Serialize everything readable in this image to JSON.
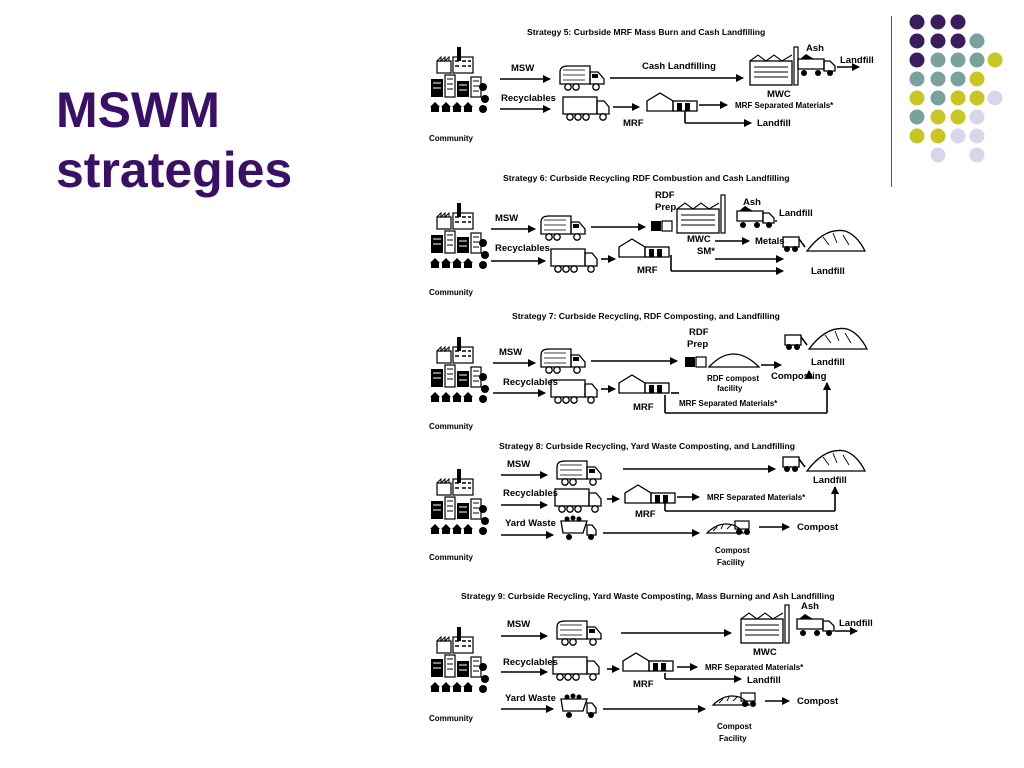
{
  "slide": {
    "title_line1": "MSWM",
    "title_line2": "strategies",
    "palette": {
      "purple": "#3b1c5c",
      "teal": "#7aa29c",
      "olive": "#c9c623",
      "lavender": "#d7d6ea"
    }
  },
  "strategies": [
    {
      "heading": "Strategy 5: Curbside MRF Mass Burn and Cash Landfilling",
      "inputs": {
        "msw": "MSW",
        "recyclables": "Recyclables"
      },
      "source": "Community",
      "labels": {
        "cash_landfilling": "Cash Landfilling",
        "ash": "Ash",
        "landfill": "Landfill",
        "mwc": "MWC",
        "mrf": "MRF",
        "separated": "MRF Separated Materials*",
        "landfill2": "Landfill"
      }
    },
    {
      "heading": "Strategy 6: Curbside Recycling RDF Combustion and Cash Landfilling",
      "inputs": {
        "msw": "MSW",
        "recyclables": "Recyclables"
      },
      "source": "Community",
      "labels": {
        "rdf": "RDF",
        "prep": "Prep",
        "ash": "Ash",
        "landfill": "Landfill",
        "mwc": "MWC",
        "sm": "SM*",
        "metals": "Metals",
        "mrf": "MRF",
        "landfill2": "Landfill"
      }
    },
    {
      "heading": "Strategy 7: Curbside Recycling, RDF Composting, and Landfilling",
      "inputs": {
        "msw": "MSW",
        "recyclables": "Recyclables"
      },
      "source": "Community",
      "labels": {
        "rdf": "RDF",
        "prep": "Prep",
        "landfill": "Landfill",
        "compost_facility": "RDF compost",
        "facility": "facility",
        "composting": "Composting",
        "mrf": "MRF",
        "separated": "MRF Separated Materials*"
      }
    },
    {
      "heading": "Strategy 8: Curbside Recycling, Yard Waste Composting, and Landfilling",
      "inputs": {
        "msw": "MSW",
        "recyclables": "Recyclables",
        "yard": "Yard Waste"
      },
      "source": "Community",
      "labels": {
        "landfill": "Landfill",
        "mrf": "MRF",
        "separated": "MRF Separated Materials*",
        "compost": "Compost",
        "cf1": "Compost",
        "cf2": "Facility"
      }
    },
    {
      "heading": "Strategy 9: Curbside Recycling, Yard Waste Composting, Mass Burning and Ash Landfilling",
      "inputs": {
        "msw": "MSW",
        "recyclables": "Recyclables",
        "yard": "Yard Waste"
      },
      "source": "Community",
      "labels": {
        "ash": "Ash",
        "landfill": "Landfill",
        "mwc": "MWC",
        "mrf": "MRF",
        "separated": "MRF Separated Materials*",
        "landfill2": "Landfill",
        "compost": "Compost",
        "cf1": "Compost",
        "cf2": "Facility"
      }
    }
  ]
}
